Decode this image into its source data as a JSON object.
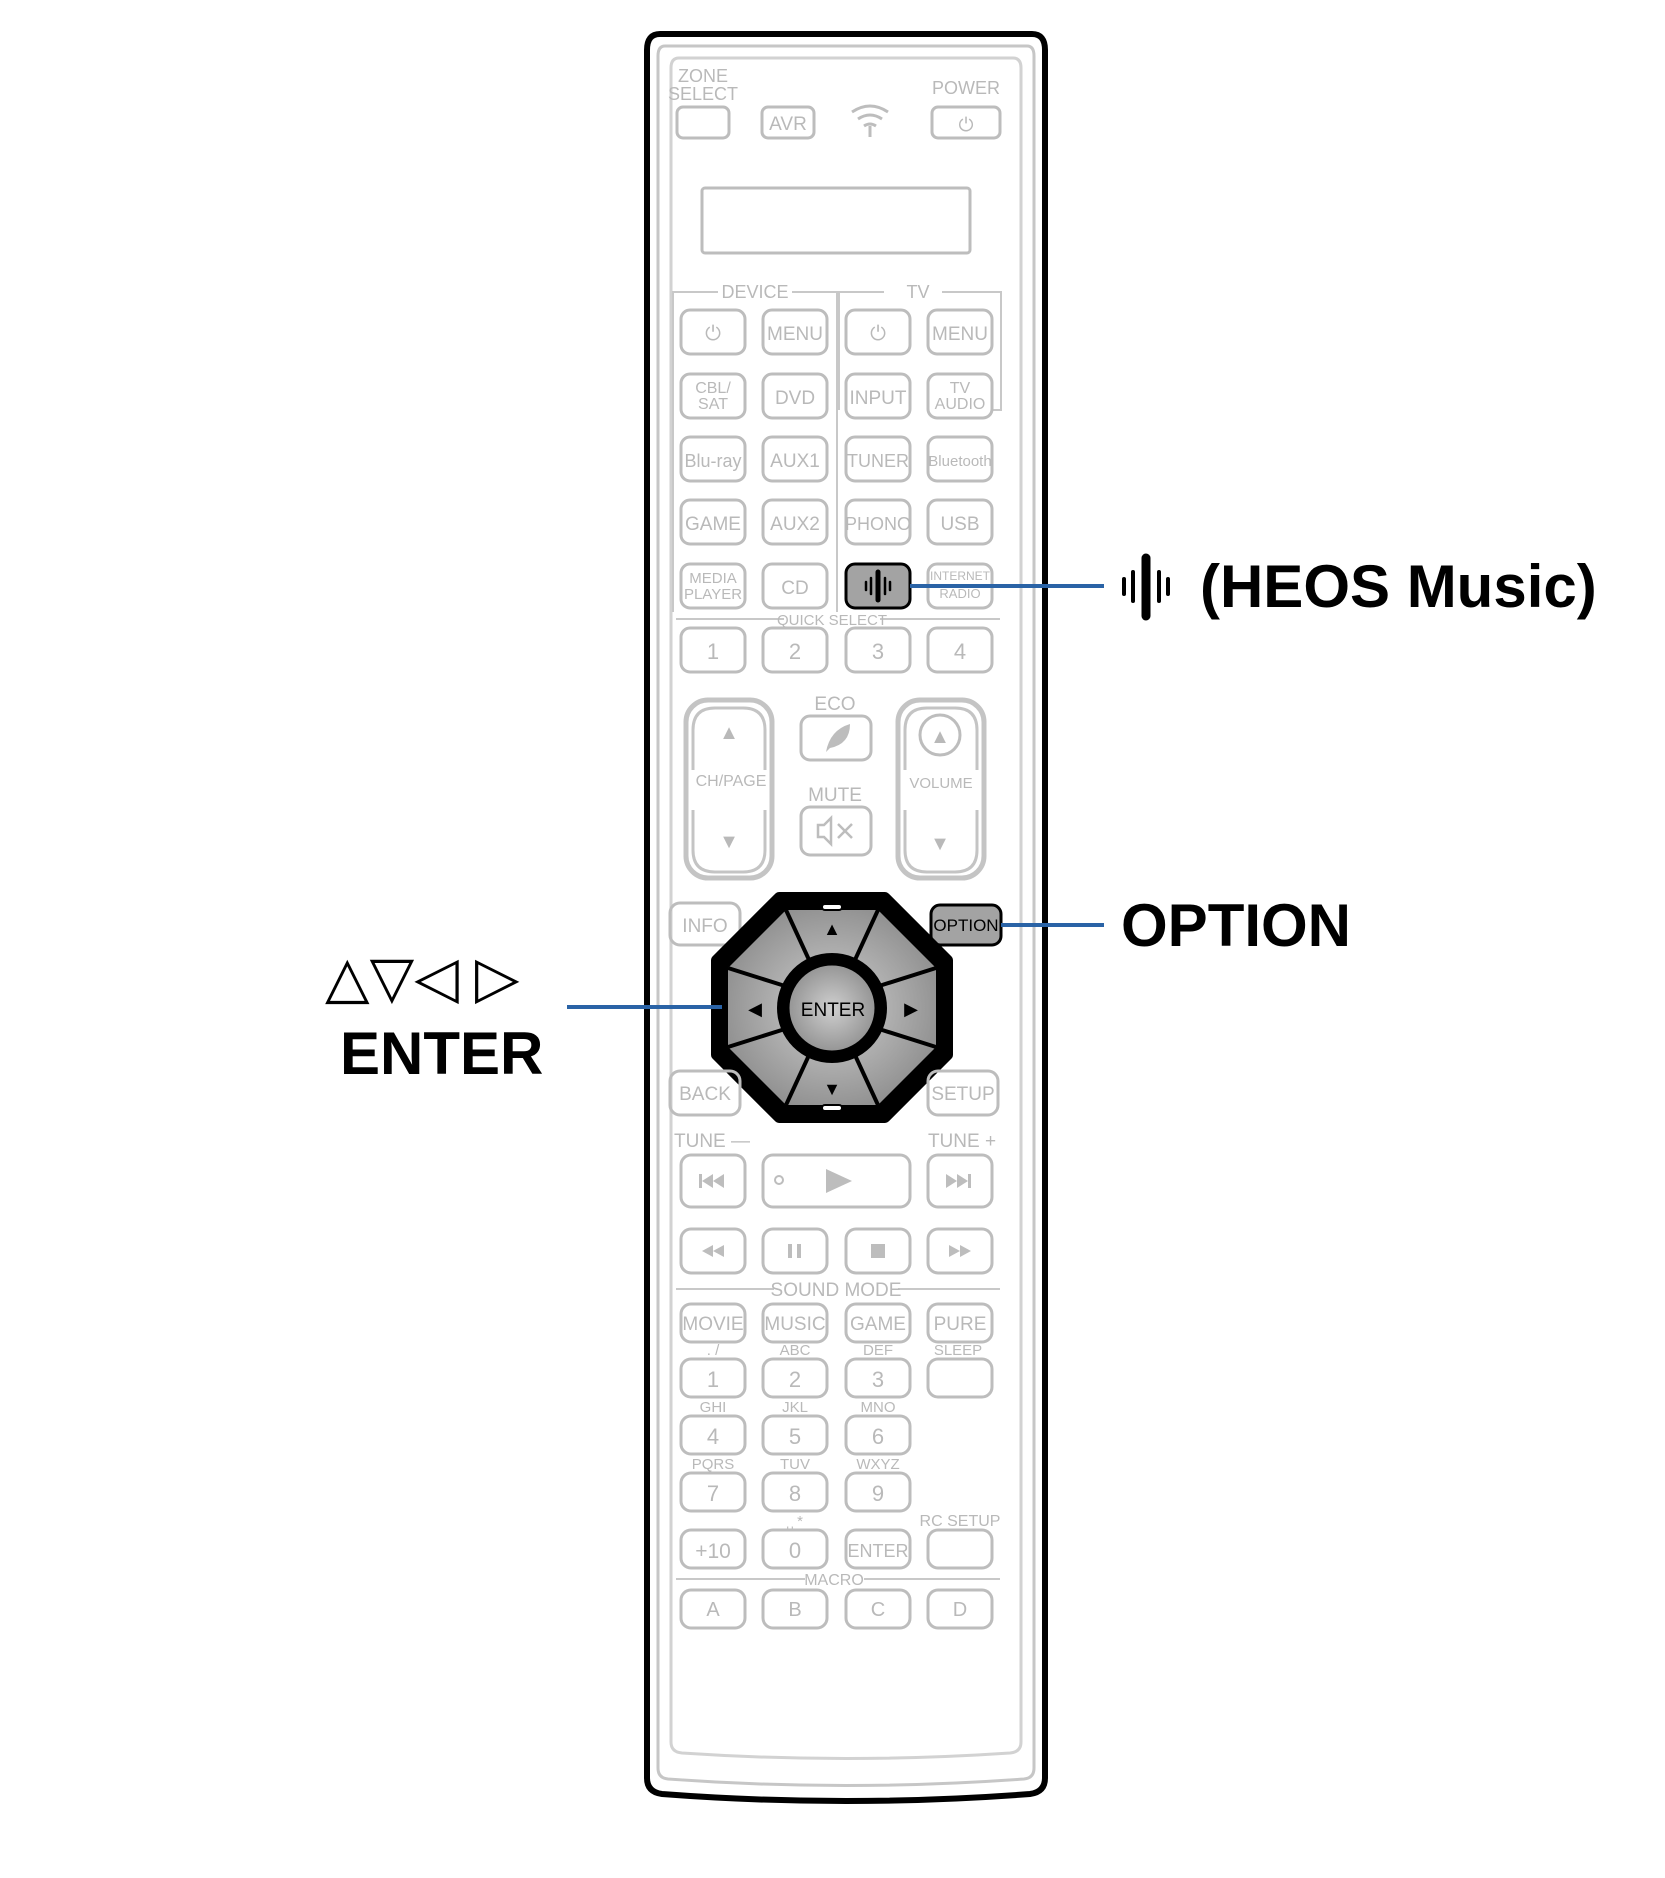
{
  "remote": {
    "zone_select_line1": "ZONE",
    "zone_select_line2": "SELECT",
    "avr": "AVR",
    "power": "POWER",
    "power_symbol": "⏻",
    "device_group": "DEVICE",
    "tv_group": "TV",
    "menu": "MENU",
    "cbl_sat_line1": "CBL/",
    "cbl_sat_line2": "SAT",
    "dvd": "DVD",
    "input": "INPUT",
    "tv_audio_line1": "TV",
    "tv_audio_line2": "AUDIO",
    "bluray": "Blu-ray",
    "aux1": "AUX1",
    "tuner": "TUNER",
    "bluetooth": "Bluetooth",
    "game_source": "GAME",
    "aux2": "AUX2",
    "phono": "PHONO",
    "usb": "USB",
    "media_player_line1": "MEDIA",
    "media_player_line2": "PLAYER",
    "cd": "CD",
    "internet_radio_line1": "INTERNET",
    "internet_radio_line2": "RADIO",
    "quick_select": "QUICK SELECT",
    "qs": [
      "1",
      "2",
      "3",
      "4"
    ],
    "ch_page": "CH/PAGE",
    "eco": "ECO",
    "mute": "MUTE",
    "volume": "VOLUME",
    "up_symbol": "▲",
    "down_symbol": "▼",
    "left_symbol": "◀",
    "right_symbol": "▶",
    "info": "INFO",
    "option": "OPTION",
    "enter": "ENTER",
    "back": "BACK",
    "setup": "SETUP",
    "tune_minus": "TUNE —",
    "tune_plus": "TUNE +",
    "sound_mode": "SOUND MODE",
    "movie": "MOVIE",
    "music": "MUSIC",
    "game_mode": "GAME",
    "pure": "PURE",
    "sleep": "SLEEP",
    "numpad": [
      {
        "letters": ". /",
        "digit": "1"
      },
      {
        "letters": "ABC",
        "digit": "2"
      },
      {
        "letters": "DEF",
        "digit": "3"
      },
      {
        "letters": "GHI",
        "digit": "4"
      },
      {
        "letters": "JKL",
        "digit": "5"
      },
      {
        "letters": "MNO",
        "digit": "6"
      },
      {
        "letters": "PQRS",
        "digit": "7"
      },
      {
        "letters": "TUV",
        "digit": "8"
      },
      {
        "letters": "WXYZ",
        "digit": "9"
      }
    ],
    "plus10": "+10",
    "zero": "0",
    "zero_letters": "⎵ *",
    "enter_small": "ENTER",
    "rc_setup": "RC SETUP",
    "macro": "MACRO",
    "macro_keys": [
      "A",
      "B",
      "C",
      "D"
    ]
  },
  "callouts": {
    "heos": "(HEOS Music)",
    "option": "OPTION",
    "arrows": "△▽◁ ▷",
    "enter": "ENTER"
  },
  "colors": {
    "leader_line": "#2a63a6",
    "key_outline": "#bdbdbd",
    "highlight_fill": "#9e9e9e",
    "body_outline": "#000000"
  }
}
